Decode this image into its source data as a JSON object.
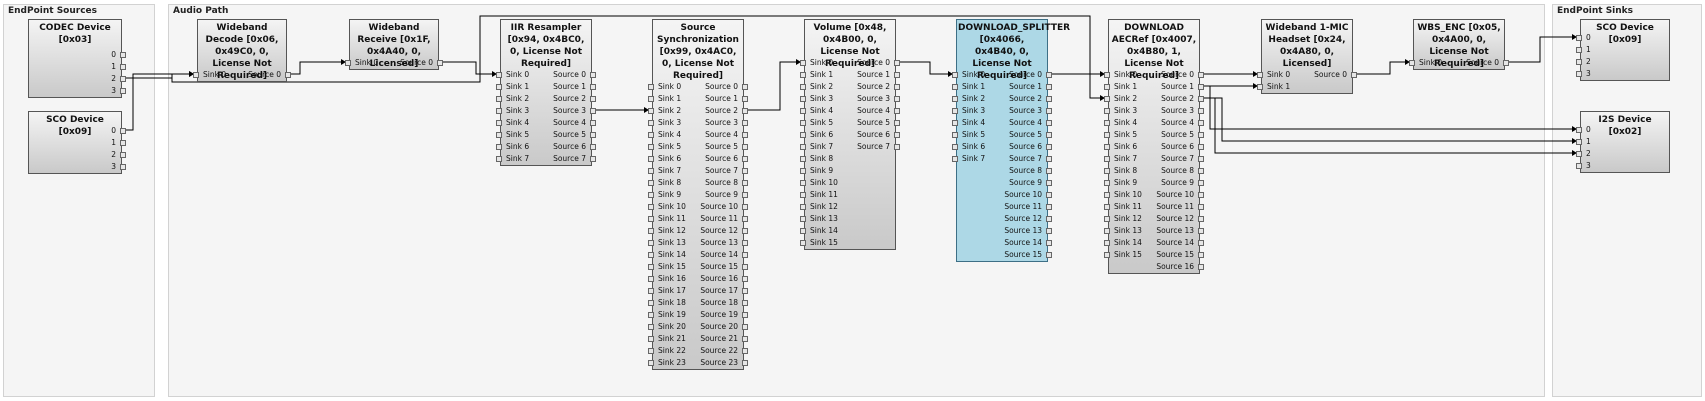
{
  "panels": [
    {
      "id": "endpoint-sources",
      "label": "EndPoint Sources"
    },
    {
      "id": "audio-path",
      "label": "Audio Path"
    },
    {
      "id": "endpoint-sinks",
      "label": "EndPoint Sinks"
    }
  ],
  "nodes": [
    {
      "id": "codec",
      "title": "CODEC Device [0x03]",
      "inputs": [],
      "outputs": [
        "0",
        "1",
        "2",
        "3"
      ]
    },
    {
      "id": "sco-src",
      "title": "SCO Device [0x09]",
      "inputs": [],
      "outputs": [
        "0",
        "1",
        "2",
        "3"
      ]
    },
    {
      "id": "wbdec",
      "title": "Wideband Decode [0x06, 0x49C0, 0, License Not Required]",
      "inputs": [
        "Sink 0"
      ],
      "outputs": [
        "Source 0"
      ]
    },
    {
      "id": "wbrx",
      "title": "Wideband Receive [0x1F, 0x4A40, 0, Licensed]",
      "inputs": [
        "Sink 0"
      ],
      "outputs": [
        "Source 0"
      ]
    },
    {
      "id": "iir",
      "title": "IIR Resampler [0x94, 0x4BC0, 0, License Not Required]",
      "inputs": [
        "Sink 0",
        "Sink 1",
        "Sink 2",
        "Sink 3",
        "Sink 4",
        "Sink 5",
        "Sink 6",
        "Sink 7"
      ],
      "outputs": [
        "Source 0",
        "Source 1",
        "Source 2",
        "Source 3",
        "Source 4",
        "Source 5",
        "Source 6",
        "Source 7"
      ]
    },
    {
      "id": "srcsync",
      "title": "Source Synchronization [0x99, 0x4AC0, 0, License Not Required]",
      "inputs": [
        "Sink 0",
        "Sink 1",
        "Sink 2",
        "Sink 3",
        "Sink 4",
        "Sink 5",
        "Sink 6",
        "Sink 7",
        "Sink 8",
        "Sink 9",
        "Sink 10",
        "Sink 11",
        "Sink 12",
        "Sink 13",
        "Sink 14",
        "Sink 15",
        "Sink 16",
        "Sink 17",
        "Sink 18",
        "Sink 19",
        "Sink 20",
        "Sink 21",
        "Sink 22",
        "Sink 23"
      ],
      "outputs": [
        "Source 0",
        "Source 1",
        "Source 2",
        "Source 3",
        "Source 4",
        "Source 5",
        "Source 6",
        "Source 7",
        "Source 8",
        "Source 9",
        "Source 10",
        "Source 11",
        "Source 12",
        "Source 13",
        "Source 14",
        "Source 15",
        "Source 16",
        "Source 17",
        "Source 18",
        "Source 19",
        "Source 20",
        "Source 21",
        "Source 22",
        "Source 23"
      ]
    },
    {
      "id": "volume",
      "title": "Volume [0x48, 0x4B00, 0, License Not Required]",
      "inputs": [
        "Sink 0",
        "Sink 1",
        "Sink 2",
        "Sink 3",
        "Sink 4",
        "Sink 5",
        "Sink 6",
        "Sink 7",
        "Sink 8",
        "Sink 9",
        "Sink 10",
        "Sink 11",
        "Sink 12",
        "Sink 13",
        "Sink 14",
        "Sink 15"
      ],
      "outputs": [
        "Source 0",
        "Source 1",
        "Source 2",
        "Source 3",
        "Source 4",
        "Source 5",
        "Source 6",
        "Source 7"
      ]
    },
    {
      "id": "dlsplit",
      "title": "DOWNLOAD_SPLITTER [0x4066, 0x4B40, 0, License Not Required]",
      "inputs": [
        "Sink 0",
        "Sink 1",
        "Sink 2",
        "Sink 3",
        "Sink 4",
        "Sink 5",
        "Sink 6",
        "Sink 7"
      ],
      "outputs": [
        "Source 0",
        "Source 1",
        "Source 2",
        "Source 3",
        "Source 4",
        "Source 5",
        "Source 6",
        "Source 7",
        "Source 8",
        "Source 9",
        "Source 10",
        "Source 11",
        "Source 12",
        "Source 13",
        "Source 14",
        "Source 15"
      ]
    },
    {
      "id": "aecref",
      "title": "DOWNLOAD AECRef [0x4007, 0x4B80, 1, License Not Required]",
      "inputs": [
        "Sink 0",
        "Sink 1",
        "Sink 2",
        "Sink 3",
        "Sink 4",
        "Sink 5",
        "Sink 6",
        "Sink 7",
        "Sink 8",
        "Sink 9",
        "Sink 10",
        "Sink 11",
        "Sink 12",
        "Sink 13",
        "Sink 14",
        "Sink 15"
      ],
      "outputs": [
        "Source 0",
        "Source 1",
        "Source 2",
        "Source 3",
        "Source 4",
        "Source 5",
        "Source 6",
        "Source 7",
        "Source 8",
        "Source 9",
        "Source 10",
        "Source 11",
        "Source 12",
        "Source 13",
        "Source 14",
        "Source 15",
        "Source 16"
      ]
    },
    {
      "id": "wbmic",
      "title": "Wideband 1-MIC Headset [0x24, 0x4A80, 0, Licensed]",
      "inputs": [
        "Sink 0",
        "Sink 1"
      ],
      "outputs": [
        "Source 0"
      ]
    },
    {
      "id": "wbsenc",
      "title": "WBS_ENC [0x05, 0x4A00, 0, License Not Required]",
      "inputs": [
        "Sink 0"
      ],
      "outputs": [
        "Source 0"
      ]
    },
    {
      "id": "sco-sink",
      "title": "SCO Device [0x09]",
      "inputs": [
        "0",
        "1",
        "2",
        "3"
      ],
      "outputs": []
    },
    {
      "id": "i2s",
      "title": "I2S Device [0x02]",
      "inputs": [
        "0",
        "1",
        "2",
        "3"
      ],
      "outputs": []
    }
  ],
  "colors": {
    "wire": "#000000",
    "selected_node": "#add8e6",
    "node": "#d6d6d6",
    "panel": "#f5f5f5"
  }
}
